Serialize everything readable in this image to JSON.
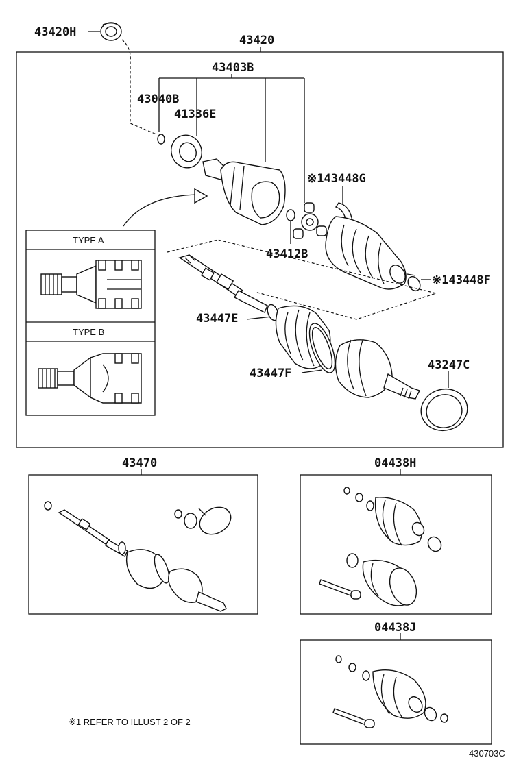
{
  "diagram": {
    "labels": {
      "p43420H": "43420H",
      "p43420": "43420",
      "p43403B": "43403B",
      "p43040B": "43040B",
      "p41336E": "41336E",
      "p43448G": "※143448G",
      "p43412B": "43412B",
      "p43448F": "※143448F",
      "p43447E": "43447E",
      "p43447F": "43447F",
      "p43247C": "43247C",
      "p43470": "43470",
      "p04438H": "04438H",
      "p04438J": "04438J"
    },
    "type_a": "TYPE A",
    "type_b": "TYPE B",
    "footnote": "※1  REFER TO ILLUST 2 OF 2",
    "illustration_id": "430703C"
  }
}
